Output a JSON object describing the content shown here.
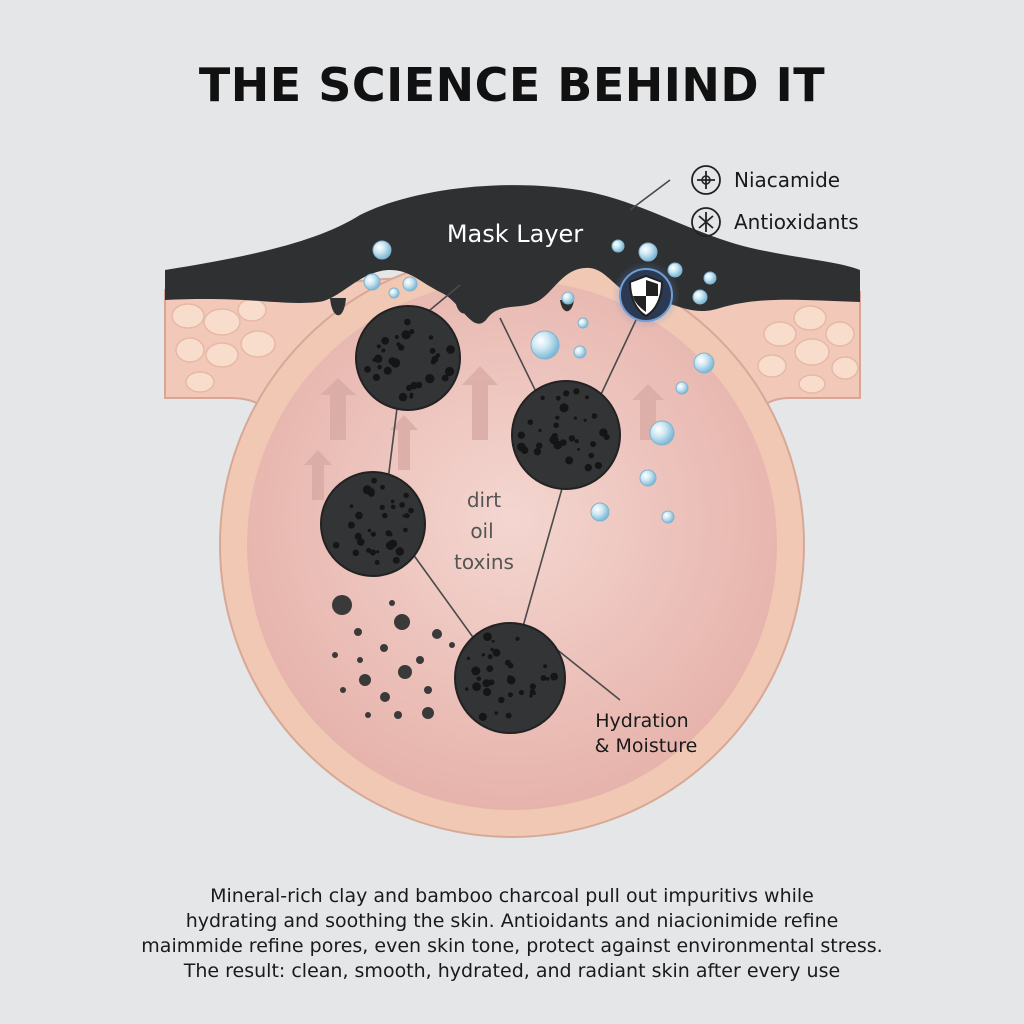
{
  "title": "THE SCIENCE BEHIND IT",
  "labels": {
    "mask_layer": "Mask Layer",
    "impurities": [
      "dirt",
      "oil",
      "toxins"
    ],
    "hydration": [
      "Hydration",
      "& Moisture"
    ]
  },
  "legend": [
    {
      "icon": "niacinamide-icon",
      "label": "Niacamide"
    },
    {
      "icon": "antioxidant-icon",
      "label": "Antioxidants"
    }
  ],
  "caption_lines": [
    "Mineral-rich clay and bamboo charcoal pull out impuritivs while",
    "hydrating and soothing the skin. Antioidants and niacionimide refine",
    "maimmide refine pores, even skin tone, protect against environmental stress.",
    "The result: clean, smooth, hydrated, and radiant skin after every use"
  ],
  "colors": {
    "background": "#e4e6e8",
    "mask": "#2f3032",
    "skin": "#f0c4b4",
    "pore": "#ecc0b8",
    "charcoal": "#333436",
    "bubble": "#a9d6ea"
  }
}
